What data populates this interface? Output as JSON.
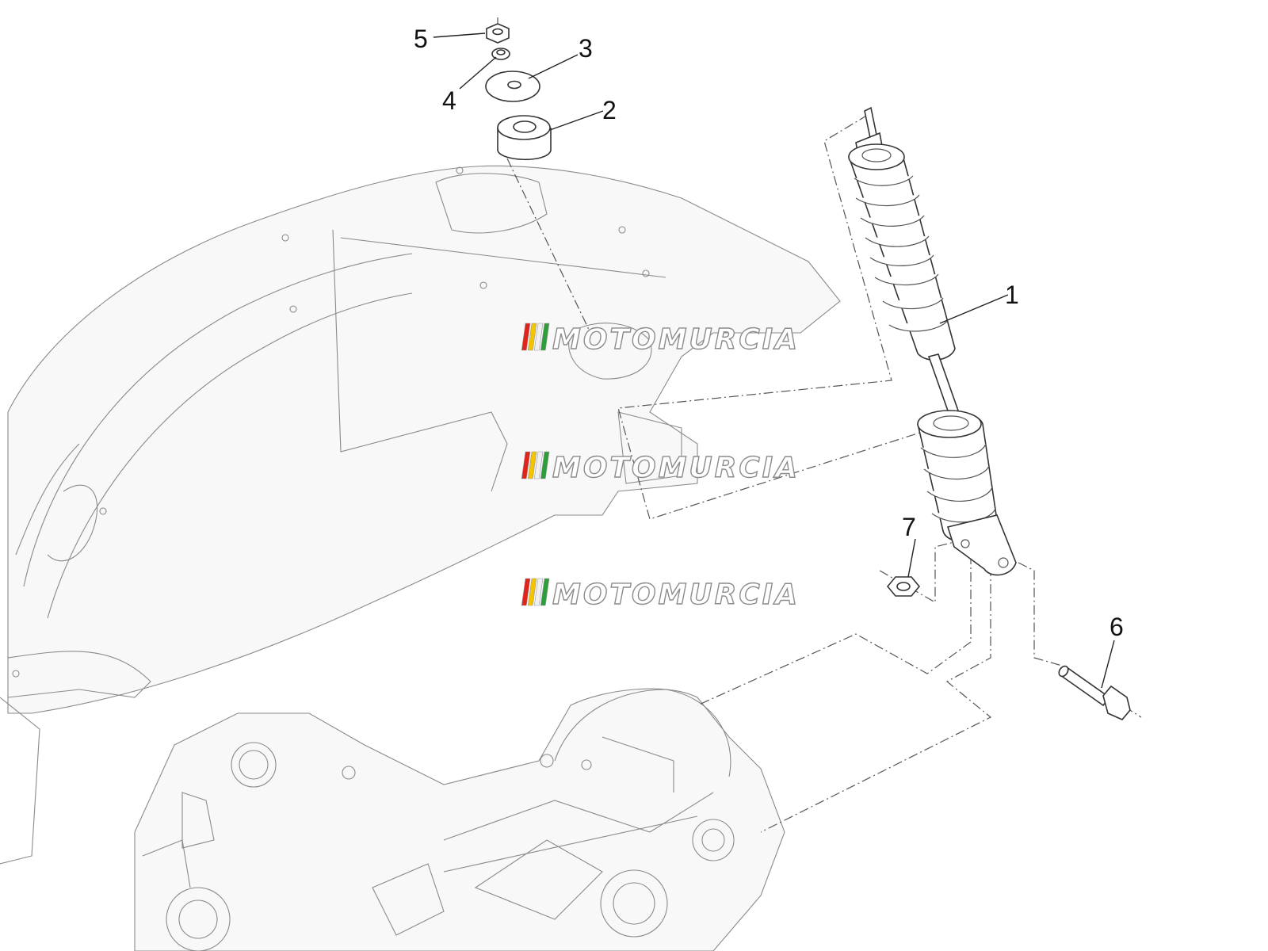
{
  "watermark": {
    "text": "MOTOMURCIA",
    "stripe_colors": [
      "#e2231a",
      "#f5c400",
      "#f0f0f0",
      "#2e9e3a"
    ]
  },
  "callouts": [
    {
      "id": "1",
      "label": "1"
    },
    {
      "id": "2",
      "label": "2"
    },
    {
      "id": "3",
      "label": "3"
    },
    {
      "id": "4",
      "label": "4"
    },
    {
      "id": "5",
      "label": "5"
    },
    {
      "id": "6",
      "label": "6"
    },
    {
      "id": "7",
      "label": "7"
    }
  ],
  "colors": {
    "line": "#333333",
    "faint_line": "#8a8a8a",
    "background": "#ffffff"
  }
}
